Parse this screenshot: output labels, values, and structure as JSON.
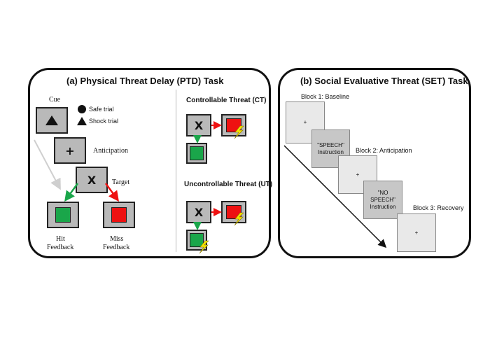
{
  "panel_a": {
    "title": "(a) Physical Threat Delay (PTD) Task",
    "cue_label": "Cue",
    "safe_trial": "Safe trial",
    "shock_trial": "Shock trial",
    "anticipation_label": "Anticipation",
    "target_label": "Target",
    "target_symbol": "X",
    "anticipation_symbol": "+",
    "hit_label_1": "Hit",
    "hit_label_2": "Feedback",
    "miss_label_1": "Miss",
    "miss_label_2": "Feedback",
    "ct_title": "Controllable Threat (CT)",
    "ut_title": "Uncontrollable Threat (UT)"
  },
  "panel_b": {
    "title": "(b) Social Evaluative Threat (SET) Task",
    "block1": "Block 1: Baseline",
    "block2": "Block 2: Anticipation",
    "block3": "Block 3: Recovery",
    "plus": "+",
    "speech_1": "\"SPEECH\"",
    "speech_2": "Instruction",
    "nospeech_1": "\"NO",
    "nospeech_2": "SPEECH\"",
    "nospeech_3": "Instruction"
  },
  "colors": {
    "green": "#1aa64a",
    "red": "#ee1111",
    "bolt": "#f5e400",
    "gray_box": "#b9b9b9"
  }
}
